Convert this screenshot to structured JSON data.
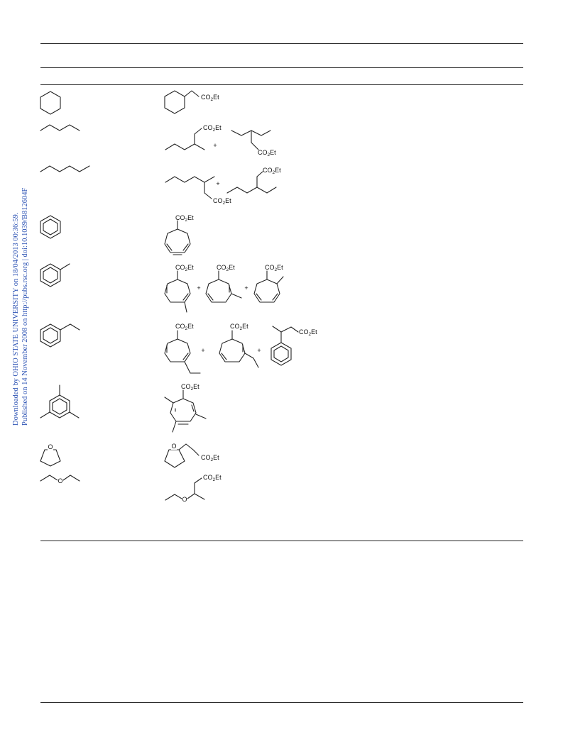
{
  "sidebar": {
    "line1": "Downloaded by OHIO STATE UNIVERSITY on 18/04/2013 00:36:59.",
    "line2": "Published on 14 November 2008 on http://pubs.rsc.org | doi:10.1039/B812604F"
  },
  "labels": {
    "ester": "CO",
    "ester_sub": "2",
    "ester_tail": "Et",
    "oxygen": "O",
    "plus": "+"
  },
  "rows": [
    {
      "substrate": "cyclohexane",
      "products": [
        "cyclohexylacetate"
      ]
    },
    {
      "substrate": "pentane",
      "products": [
        "3-methylhexanoate",
        "3-ethylpentanoate"
      ]
    },
    {
      "substrate": "hexane",
      "products": [
        "3-methylheptanoate",
        "3-ethylhexanoate"
      ]
    },
    {
      "substrate": "benzene",
      "products": [
        "cycloheptatriene carboxylate"
      ]
    },
    {
      "substrate": "toluene",
      "products": [
        "methyl-CHT A",
        "methyl-CHT B",
        "methyl-CHT C"
      ]
    },
    {
      "substrate": "ethylbenzene",
      "products": [
        "ethyl-CHT A",
        "ethyl-CHT B",
        "3-phenylbutanoate"
      ]
    },
    {
      "substrate": "mesitylene",
      "products": [
        "trimethyl-CHT"
      ]
    },
    {
      "substrate": "tetrahydrofuran",
      "products": [
        "tetrahydrofurylacetate"
      ]
    },
    {
      "substrate": "diethyl ether",
      "products": [
        "3-ethoxybutanoate"
      ]
    }
  ]
}
